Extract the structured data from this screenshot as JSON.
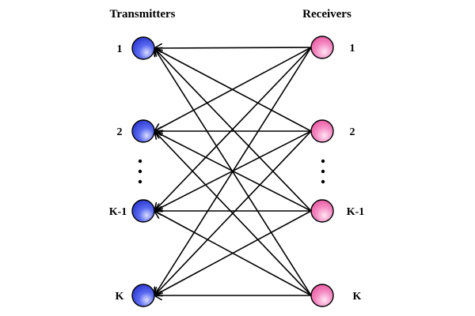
{
  "headers": {
    "transmitters": "Transmitters",
    "receivers": "Receivers"
  },
  "transmitters": [
    {
      "label": "1"
    },
    {
      "label": "2"
    },
    {
      "label": "K-1"
    },
    {
      "label": "K"
    }
  ],
  "receivers": [
    {
      "label": "1"
    },
    {
      "label": "2"
    },
    {
      "label": "K-1"
    },
    {
      "label": "K"
    }
  ],
  "colors": {
    "transmitter_fill": "#3f4fe0",
    "transmitter_highlight": "#d9ddff",
    "receiver_fill": "#f26fb3",
    "receiver_highlight": "#ffe4f2",
    "line": "#000000"
  },
  "edges": "every receiver to every transmitter (arrow points at transmitter)"
}
